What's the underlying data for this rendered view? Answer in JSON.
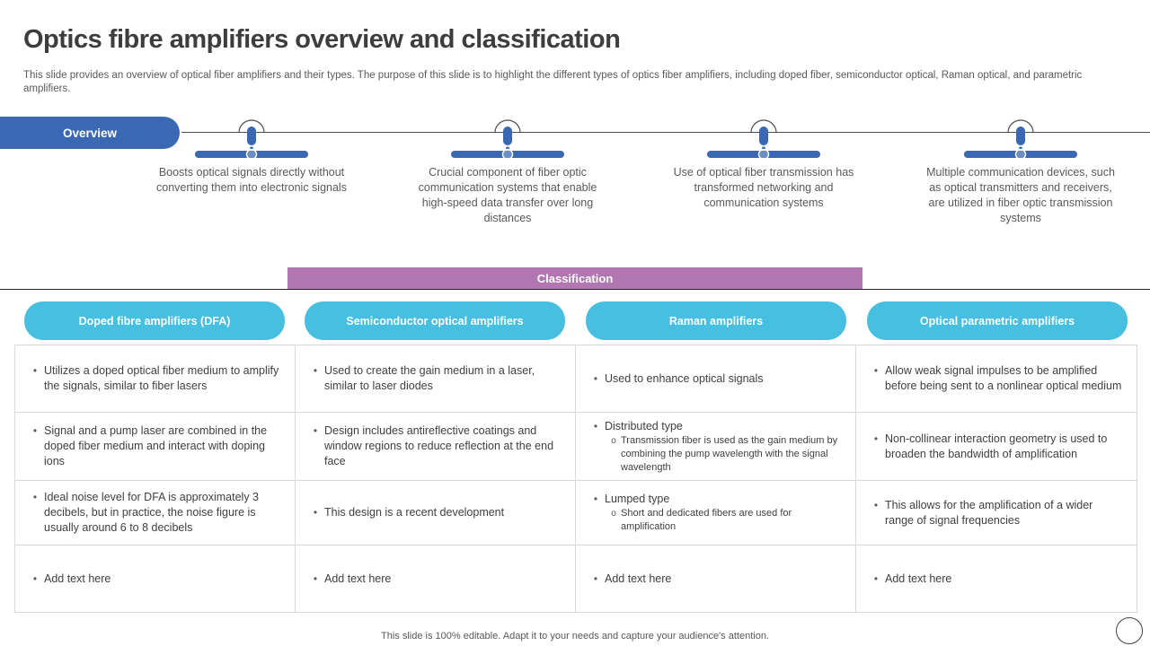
{
  "slide": {
    "title": "Optics fibre amplifiers overview and classification",
    "subtitle": "This slide provides an overview of optical fiber amplifiers and their types. The purpose of this slide is to highlight the different types of optics fiber amplifiers, including doped fiber, semiconductor optical, Raman optical, and parametric amplifiers.",
    "footer": "This slide is 100% editable. Adapt it to your needs and capture your audience's attention."
  },
  "overview": {
    "label": "Overview",
    "milestones": [
      "Boosts optical signals directly without converting them into electronic signals",
      "Crucial component of fiber optic communication systems that enable high-speed data transfer over long distances",
      "Use of optical fiber transmission has transformed networking and communication systems",
      "Multiple communication devices, such as optical transmitters and receivers, are utilized in fiber optic transmission systems"
    ]
  },
  "classification": {
    "label": "Classification",
    "columns": [
      {
        "header": "Doped fibre amplifiers (DFA)",
        "rows": [
          {
            "bullets": [
              {
                "text": "Utilizes a doped optical fiber medium to amplify the signals, similar to fiber lasers"
              }
            ]
          },
          {
            "bullets": [
              {
                "text": "Signal and a pump laser are combined in the doped fiber medium and interact with doping ions"
              }
            ]
          },
          {
            "bullets": [
              {
                "text": "Ideal noise level for DFA is approximately 3 decibels, but in practice, the noise figure is usually around 6 to 8 decibels"
              }
            ]
          },
          {
            "bullets": [
              {
                "text": "Add text here"
              }
            ]
          }
        ]
      },
      {
        "header": "Semiconductor optical amplifiers",
        "rows": [
          {
            "bullets": [
              {
                "text": "Used to create the gain medium in a laser, similar to laser diodes"
              }
            ]
          },
          {
            "bullets": [
              {
                "text": "Design includes antireflective coatings and window regions to reduce reflection at the end face"
              }
            ]
          },
          {
            "bullets": [
              {
                "text": "This design is a recent development"
              }
            ]
          },
          {
            "bullets": [
              {
                "text": "Add text here"
              }
            ]
          }
        ]
      },
      {
        "header": "Raman amplifiers",
        "rows": [
          {
            "bullets": [
              {
                "text": "Used to enhance optical signals"
              }
            ]
          },
          {
            "bullets": [
              {
                "text": "Distributed type",
                "sub": [
                  "Transmission fiber is used as the gain medium by combining the pump wavelength with the signal wavelength"
                ]
              }
            ]
          },
          {
            "bullets": [
              {
                "text": "Lumped type",
                "sub": [
                  "Short and dedicated fibers are used for amplification"
                ]
              }
            ]
          },
          {
            "bullets": [
              {
                "text": "Add text here"
              }
            ]
          }
        ]
      },
      {
        "header": "Optical parametric amplifiers",
        "rows": [
          {
            "bullets": [
              {
                "text": "Allow weak signal impulses to be amplified before being sent to a nonlinear optical medium"
              }
            ]
          },
          {
            "bullets": [
              {
                "text": "Non-collinear interaction geometry is used to broaden the bandwidth of amplification"
              }
            ]
          },
          {
            "bullets": [
              {
                "text": "This allows for the amplification of a wider range of signal frequencies"
              }
            ]
          },
          {
            "bullets": [
              {
                "text": "Add text here"
              }
            ]
          }
        ]
      }
    ]
  },
  "colors": {
    "accent_blue": "#3a68b2",
    "accent_cyan": "#47bfe1",
    "accent_purple": "#b276b2",
    "table_border": "#d9d9d9",
    "text_dark": "#404040",
    "text_gray": "#595959"
  }
}
